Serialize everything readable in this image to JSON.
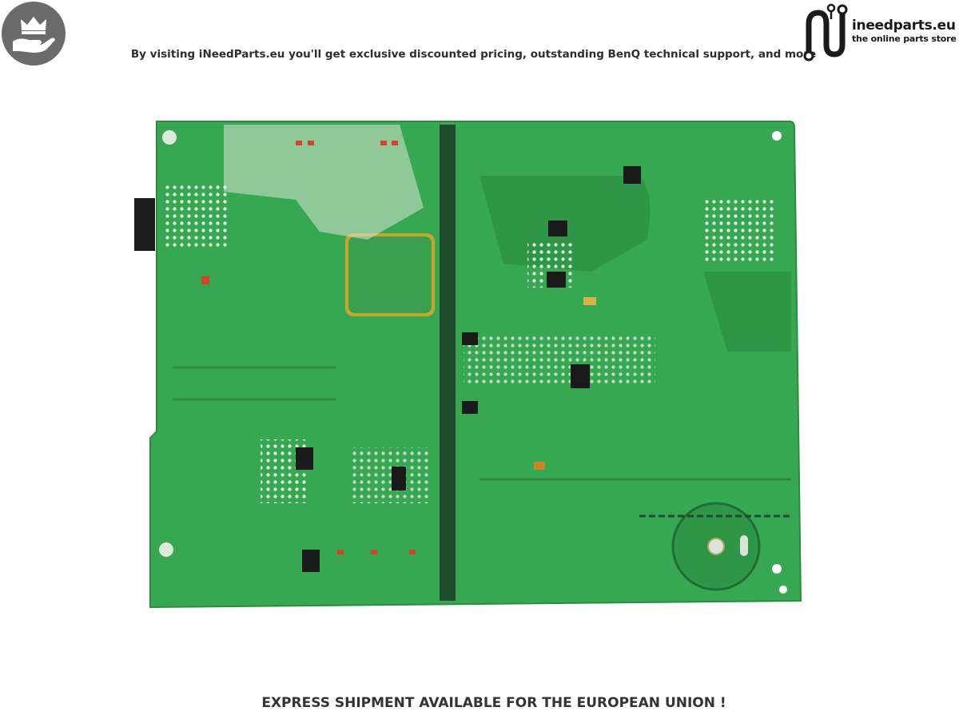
{
  "header": {
    "badge_icon": "crown-on-hand-icon",
    "tagline": "By visiting iNeedParts.eu you'll get exclusive discounted pricing, outstanding BenQ technical support, and more",
    "logo": {
      "icon": "n-circuit-logo-icon",
      "name": "ineedparts.eu",
      "subtitle": "the online parts store"
    }
  },
  "product": {
    "image": "pcb-power-board-photo",
    "board_color": "#2fa84f"
  },
  "footer": {
    "text": "EXPRESS SHIPMENT AVAILABLE FOR THE EUROPEAN UNION !"
  }
}
